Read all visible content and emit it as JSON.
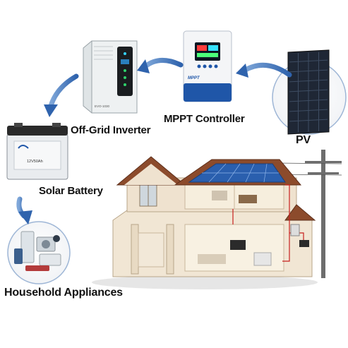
{
  "components": {
    "pv": {
      "label": "PV"
    },
    "controller": {
      "label": "MPPT Controller",
      "device_text": "MPPT"
    },
    "inverter": {
      "label": "Off-Grid Inverter",
      "device_text": "EVO-1030"
    },
    "battery": {
      "label": "Solar Battery",
      "device_text": "12V50Ah"
    },
    "appliances": {
      "label": "Household Appliances"
    }
  },
  "flow": [
    "pv",
    "controller",
    "inverter",
    "battery",
    "appliances"
  ],
  "colors": {
    "arrow": "#3a6fb5",
    "solar_panel": "#2d3b4f",
    "controller_body": "#1f56a8",
    "inverter_body": "#e9edee",
    "battery_body": "#2a2a2a",
    "house_wall": "#efe2cf",
    "house_roof": "#8c4b2c",
    "wiring": "#c8201e"
  }
}
